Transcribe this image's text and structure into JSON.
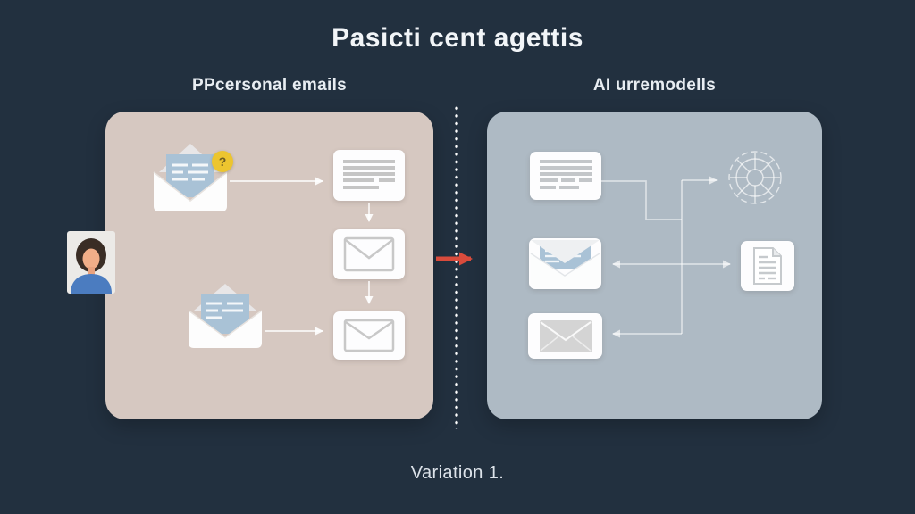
{
  "title": "Pasicti cent agettis",
  "caption": "Variation 1.",
  "left_panel": {
    "label": "PPcersonal emails",
    "bg": "#d6c8c1",
    "icons": [
      "open-envelope-icon",
      "question-badge",
      "text-document-card",
      "envelope-outline-card",
      "envelope-outline-card",
      "open-envelope-icon"
    ]
  },
  "right_panel": {
    "label": "AI urremodells",
    "bg": "#aebac4",
    "icons": [
      "text-document-card",
      "gear-icon",
      "open-envelope-card",
      "document-page-card",
      "filled-envelope-card"
    ]
  },
  "badge": {
    "glyph": "?"
  },
  "avatar": {
    "icon": "person-portrait"
  },
  "divider": {
    "style": "white-dotted-vertical-line"
  },
  "colors": {
    "background": "#22303f",
    "left_panel_bg": "#d6c8c1",
    "right_panel_bg": "#aebac4",
    "card_white": "#fdfdfe",
    "letter_blue": "#a9c2d6",
    "badge_yellow": "#ecc52f",
    "flow_arrow_red": "#d94b3c",
    "doc_line_gray": "#c5c5c5"
  }
}
